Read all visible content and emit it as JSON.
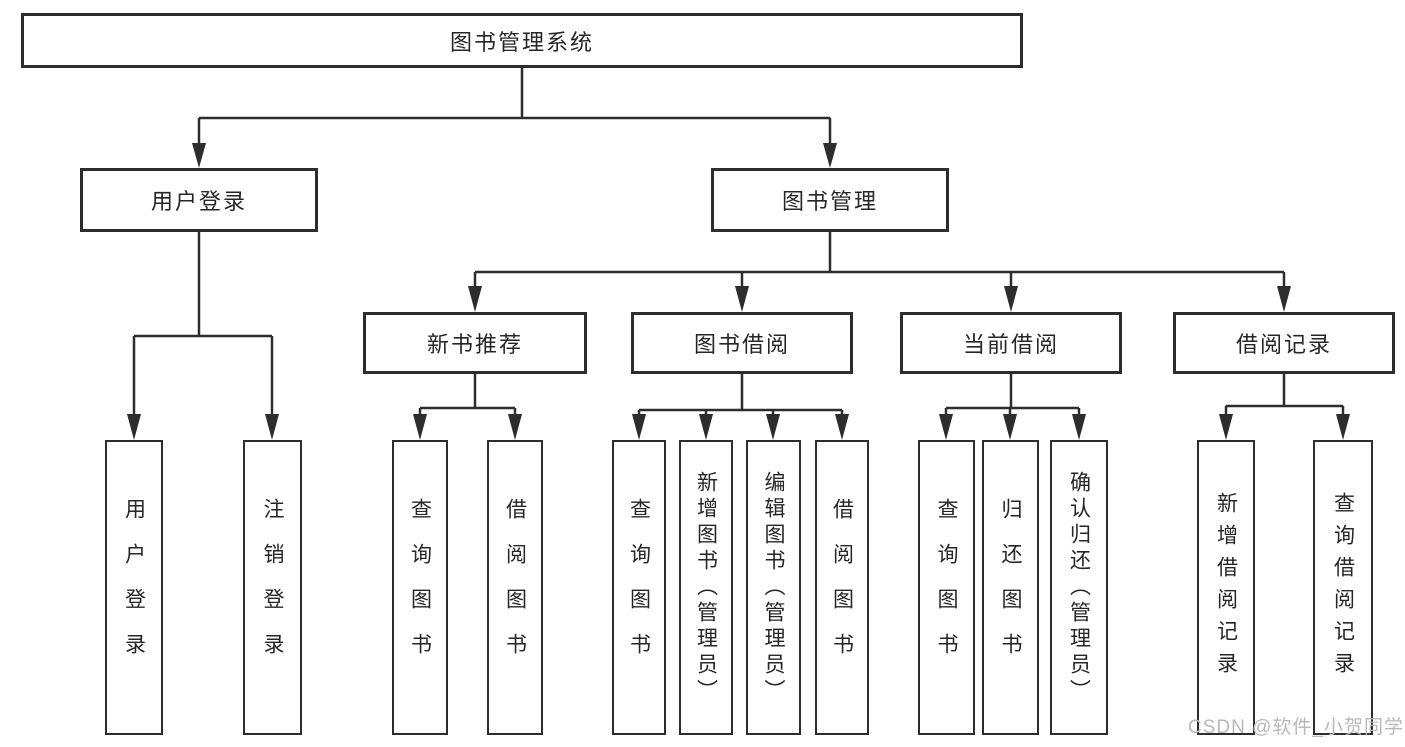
{
  "colors": {
    "line": "#2d2d2d",
    "box_border": "#2d2d2d",
    "text": "#262626",
    "watermark": "#b9b9b9",
    "background": "#ffffff"
  },
  "watermark": {
    "text": "CSDN @软件_小贺同学"
  },
  "tree": {
    "label": "图书管理系统",
    "children": [
      {
        "label": "用户登录",
        "children": [
          {
            "label": "用户登录"
          },
          {
            "label": "注销登录"
          }
        ]
      },
      {
        "label": "图书管理",
        "children": [
          {
            "label": "新书推荐",
            "children": [
              {
                "label": "查询图书"
              },
              {
                "label": "借阅图书"
              }
            ]
          },
          {
            "label": "图书借阅",
            "children": [
              {
                "label": "查询图书"
              },
              {
                "label": "新增图书（管理员）"
              },
              {
                "label": "编辑图书（管理员）"
              },
              {
                "label": "借阅图书"
              }
            ]
          },
          {
            "label": "当前借阅",
            "children": [
              {
                "label": "查询图书"
              },
              {
                "label": "归还图书"
              },
              {
                "label": "确认归还（管理员）"
              }
            ]
          },
          {
            "label": "借阅记录",
            "children": [
              {
                "label": "新增借阅记录"
              },
              {
                "label": "查询借阅记录"
              }
            ]
          }
        ]
      }
    ]
  }
}
